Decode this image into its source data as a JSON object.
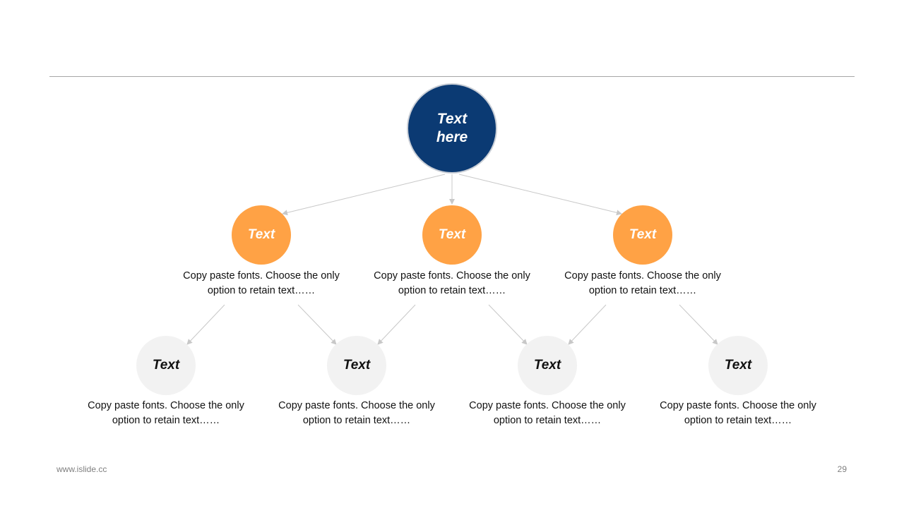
{
  "root": {
    "line1": "Text",
    "line2": "here"
  },
  "branches": [
    {
      "label": "Text",
      "desc_line1": "Copy paste fonts. Choose the only",
      "desc_line2": "option to retain text……"
    },
    {
      "label": "Text",
      "desc_line1": "Copy paste fonts. Choose the only",
      "desc_line2": "option to retain text……"
    },
    {
      "label": "Text",
      "desc_line1": "Copy paste fonts. Choose the only",
      "desc_line2": "option to retain text……"
    }
  ],
  "leaves": [
    {
      "label": "Text",
      "desc_line1": "Copy paste fonts. Choose the only",
      "desc_line2": "option to retain text……"
    },
    {
      "label": "Text",
      "desc_line1": "Copy paste fonts. Choose the only",
      "desc_line2": "option to retain text……"
    },
    {
      "label": "Text",
      "desc_line1": "Copy paste fonts. Choose the only",
      "desc_line2": "option to retain text……"
    },
    {
      "label": "Text",
      "desc_line1": "Copy paste fonts. Choose the only",
      "desc_line2": "option to retain text……"
    }
  ],
  "footer": {
    "url": "www.islide.cc",
    "page_number": "29"
  },
  "colors": {
    "root_fill": "#0b3a73",
    "branch_fill": "#ffa245",
    "leaf_fill": "#f2f2f2",
    "connector": "#c8c8c8"
  }
}
